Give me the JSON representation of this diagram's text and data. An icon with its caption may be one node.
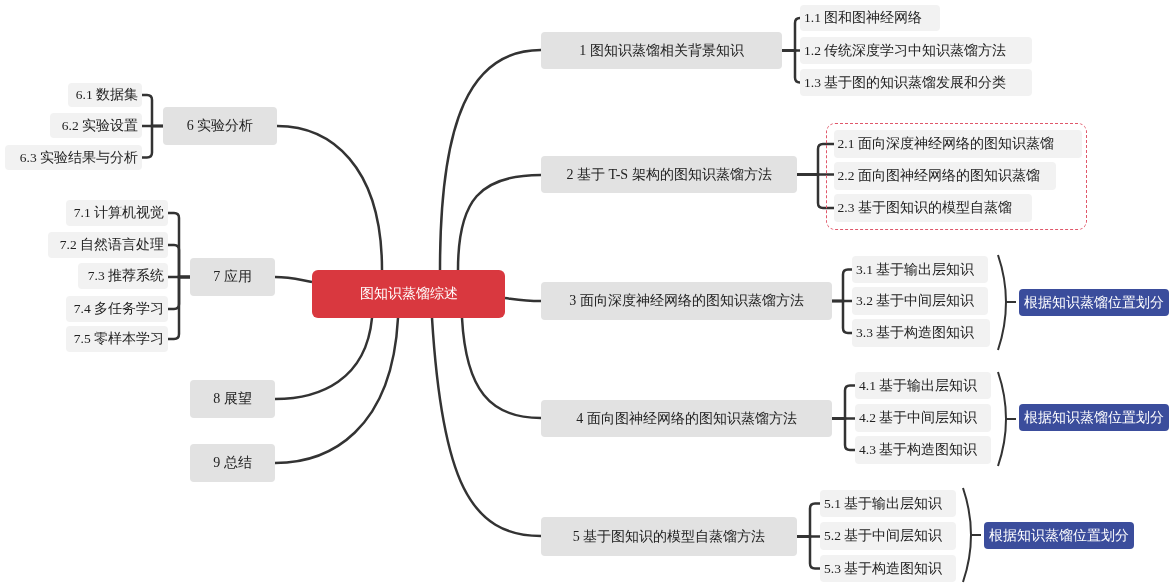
{
  "diagram": {
    "nodes": [
      {
        "text": [
          "图知识蒸馏综述"
        ]
      },
      {
        "text": [
          "1 图知识蒸馏相关背景知识"
        ]
      },
      {
        "text": [
          "1.1 图和图神经网络"
        ]
      },
      {
        "text": [
          "1.2 传统深度学习中知识蒸馏方法"
        ]
      },
      {
        "text": [
          "1.3 基于图的知识蒸馏发展和分类"
        ]
      },
      {
        "text": [
          "2 基于 T-S 架构的图知识蒸馏方法"
        ]
      },
      {
        "text": [],
        "shape": "box"
      },
      {
        "text": [
          "2.1 面向深度神经网络的图知识蒸馏"
        ],
        "in": 6
      },
      {
        "text": [
          "2.2 面向图神经网络的图知识蒸馏"
        ],
        "in": 6
      },
      {
        "text": [
          "2.3 基于图知识的模型自蒸馏"
        ],
        "in": 6
      },
      {
        "text": [
          "3 面向深度神经网络的图知识蒸馏方法"
        ]
      },
      {
        "text": [
          "3.1 基于输出层知识"
        ]
      },
      {
        "text": [
          "3.2 基于中间层知识"
        ]
      },
      {
        "text": [
          "3.3 基于构造图知识"
        ]
      },
      {
        "text": [
          "根据知识蒸馏位置划分"
        ]
      },
      {
        "text": [
          "4 面向图神经网络的图知识蒸馏方法"
        ]
      },
      {
        "text": [
          "4.1 基于输出层知识"
        ]
      },
      {
        "text": [
          "4.2 基于中间层知识"
        ]
      },
      {
        "text": [
          "4.3 基于构造图知识"
        ]
      },
      {
        "text": [
          "根据知识蒸馏位置划分"
        ]
      },
      {
        "text": [
          "5 基于图知识的模型自蒸馏方法"
        ]
      },
      {
        "text": [
          "5.1 基于输出层知识"
        ]
      },
      {
        "text": [
          "5.2 基于中间层知识"
        ]
      },
      {
        "text": [
          "5.3 基于构造图知识"
        ]
      },
      {
        "text": [
          "根据知识蒸馏位置划分"
        ]
      },
      {
        "text": [
          "6 实验分析"
        ]
      },
      {
        "text": [
          "6.1 数据集"
        ]
      },
      {
        "text": [
          "6.2 实验设置"
        ]
      },
      {
        "text": [
          "6.3 实验结果与分析"
        ]
      },
      {
        "text": [
          "7 应用"
        ]
      },
      {
        "text": [
          "7.1 计算机视觉"
        ]
      },
      {
        "text": [
          "7.2 自然语言处理"
        ]
      },
      {
        "text": [
          "7.3 推荐系统"
        ]
      },
      {
        "text": [
          "7.4 多任务学习"
        ]
      },
      {
        "text": [
          "7.5 零样本学习"
        ]
      },
      {
        "text": [
          "8 展望"
        ]
      },
      {
        "text": [
          "9 总结"
        ]
      }
    ],
    "edges": [
      {
        "from": 0,
        "to": 1,
        "arrow": "none"
      },
      {
        "from": 0,
        "to": 5,
        "arrow": "none"
      },
      {
        "from": 0,
        "to": 10,
        "arrow": "none"
      },
      {
        "from": 0,
        "to": 15,
        "arrow": "none"
      },
      {
        "from": 0,
        "to": 20,
        "arrow": "none"
      },
      {
        "from": 0,
        "to": 25,
        "arrow": "none"
      },
      {
        "from": 0,
        "to": 29,
        "arrow": "none"
      },
      {
        "from": 0,
        "to": 35,
        "arrow": "none"
      },
      {
        "from": 0,
        "to": 36,
        "arrow": "none"
      },
      {
        "from": 1,
        "to": 2,
        "arrow": "none"
      },
      {
        "from": 1,
        "to": 3,
        "arrow": "none"
      },
      {
        "from": 1,
        "to": 4,
        "arrow": "none"
      },
      {
        "from": 5,
        "to": 7,
        "arrow": "none"
      },
      {
        "from": 5,
        "to": 8,
        "arrow": "none"
      },
      {
        "from": 5,
        "to": 9,
        "arrow": "none"
      },
      {
        "from": 10,
        "to": 11,
        "arrow": "none"
      },
      {
        "from": 10,
        "to": 12,
        "arrow": "none"
      },
      {
        "from": 10,
        "to": 13,
        "arrow": "none"
      },
      {
        "from": 15,
        "to": 16,
        "arrow": "none"
      },
      {
        "from": 15,
        "to": 17,
        "arrow": "none"
      },
      {
        "from": 15,
        "to": 18,
        "arrow": "none"
      },
      {
        "from": 20,
        "to": 21,
        "arrow": "none"
      },
      {
        "from": 20,
        "to": 22,
        "arrow": "none"
      },
      {
        "from": 20,
        "to": 23,
        "arrow": "none"
      },
      {
        "from": 25,
        "to": 26,
        "arrow": "none"
      },
      {
        "from": 25,
        "to": 27,
        "arrow": "none"
      },
      {
        "from": 25,
        "to": 28,
        "arrow": "none"
      },
      {
        "from": 29,
        "to": 30,
        "arrow": "none"
      },
      {
        "from": 29,
        "to": 31,
        "arrow": "none"
      },
      {
        "from": 29,
        "to": 32,
        "arrow": "none"
      },
      {
        "from": 29,
        "to": 33,
        "arrow": "none"
      },
      {
        "from": 29,
        "to": 34,
        "arrow": "none"
      }
    ]
  }
}
